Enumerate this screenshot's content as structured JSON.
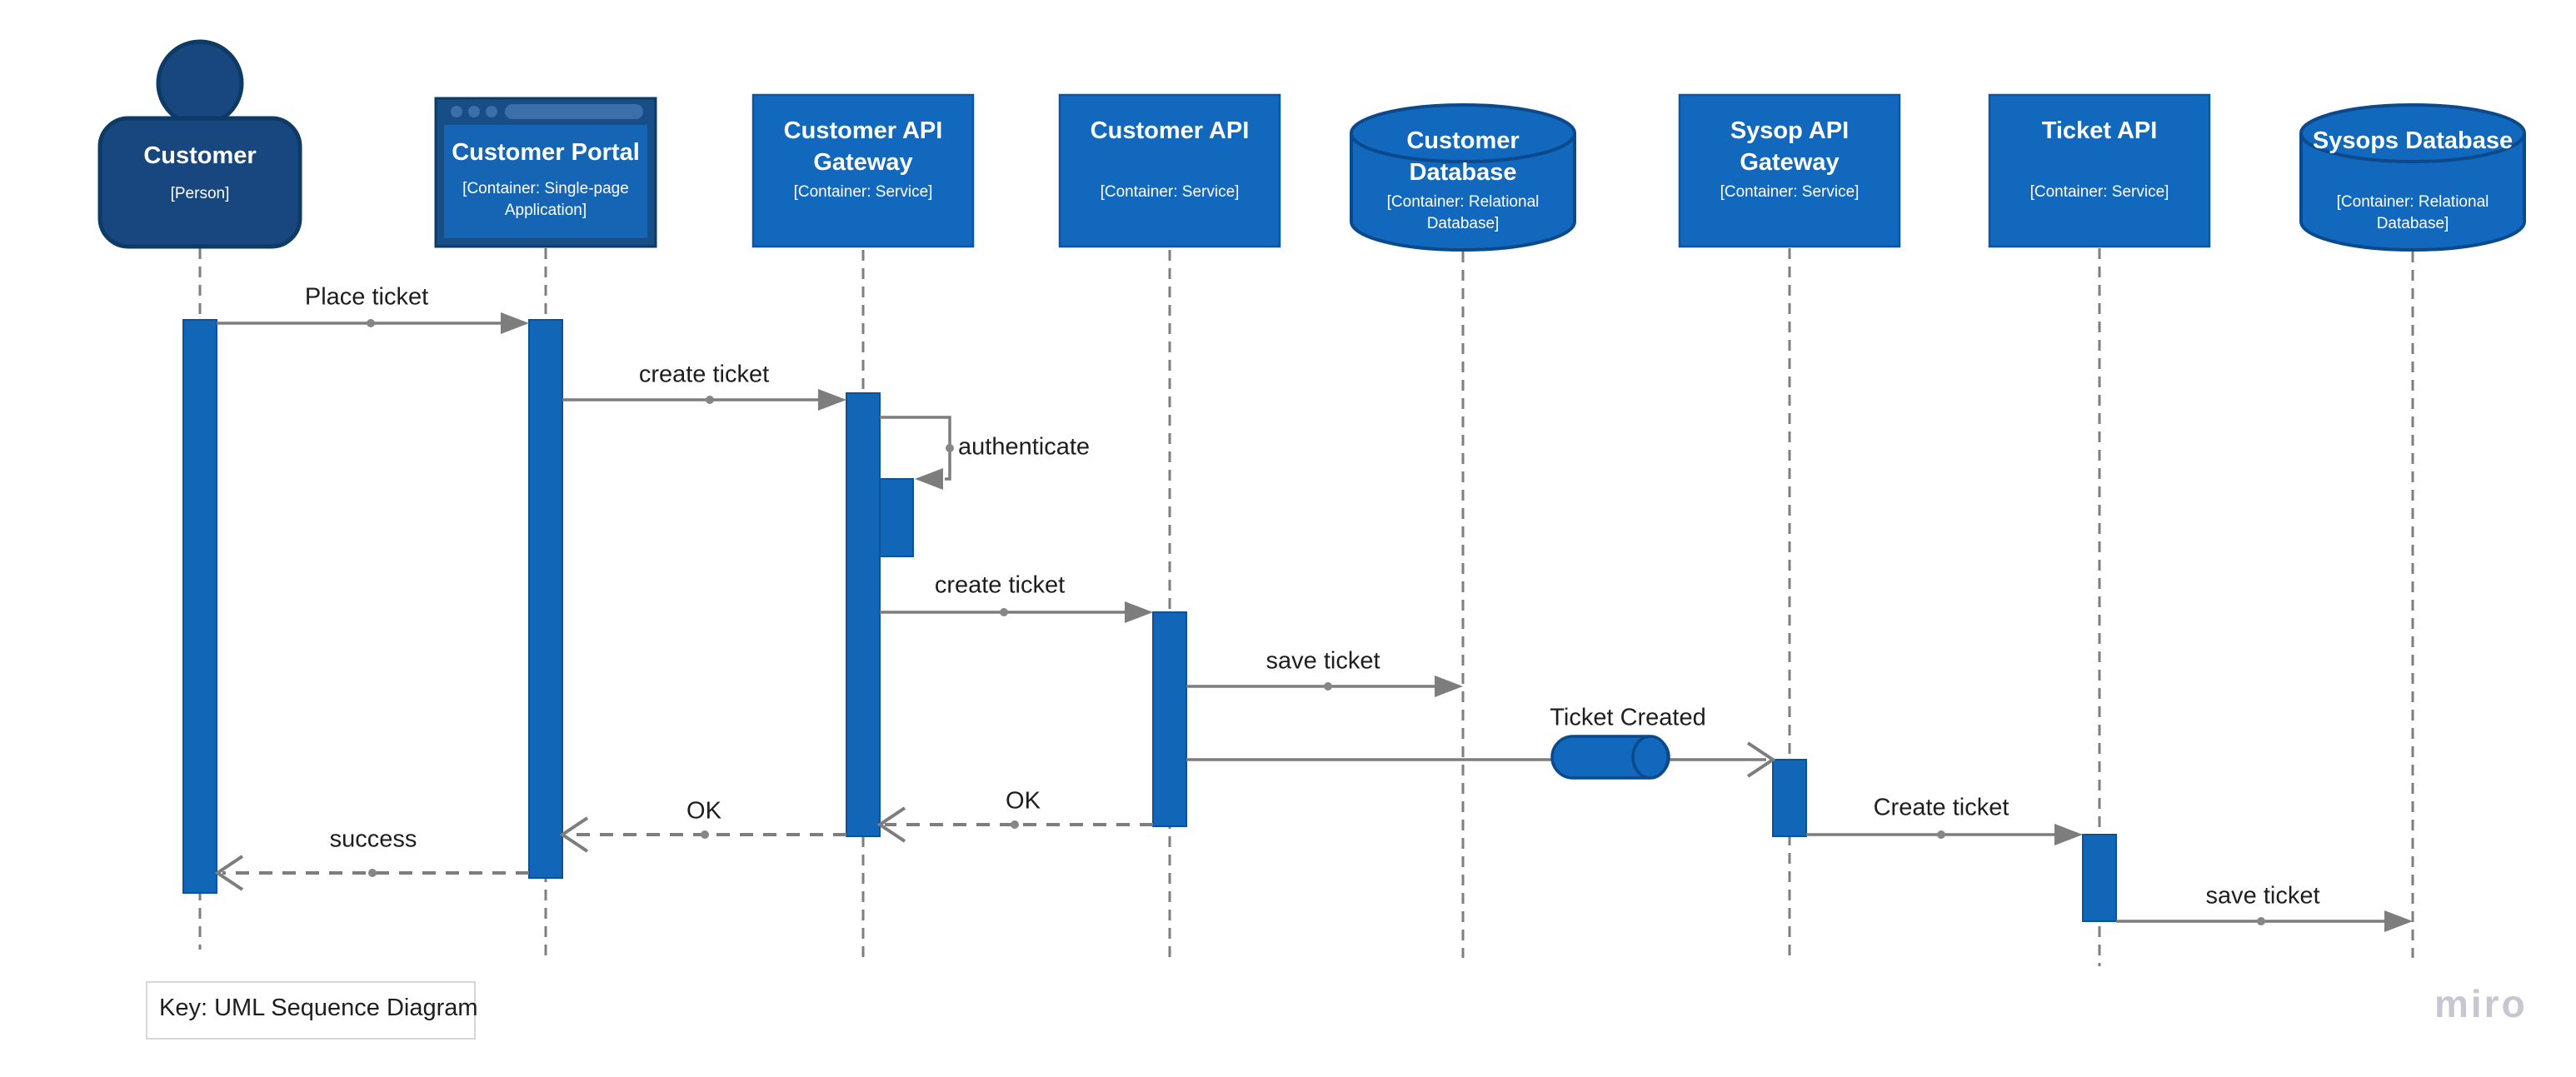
{
  "page": {
    "key_label": "Key: UML Sequence Diagram",
    "watermark": "miro",
    "background": "#ffffff"
  },
  "colors": {
    "person_fill": "#17477E",
    "person_border": "#0E3A66",
    "container_fill": "#1168BD",
    "container_border": "#0C55A0",
    "browser_frame_fill": "#174E86",
    "browser_inner_fill": "#1565B4",
    "browser_chrome_fill": "#3C6FA9",
    "activation_fill": "#1166B8",
    "line_gray": "#7D7D7D",
    "label_text": "#1E1E1E",
    "watermark_gray": "#C7C7D1",
    "text_on_blue": "#FFFFFF"
  },
  "actors": [
    {
      "id": "customer",
      "type": "person",
      "title": "Customer",
      "subtitle": "[Person]"
    },
    {
      "id": "customer-portal",
      "type": "browser",
      "title": "Customer Portal",
      "subtitle": "[Container: Single-page Application]"
    },
    {
      "id": "customer-api-gateway",
      "type": "service",
      "title": "Customer API Gateway",
      "subtitle": "[Container: Service]"
    },
    {
      "id": "customer-api",
      "type": "service",
      "title": "Customer API",
      "subtitle": "[Container: Service]"
    },
    {
      "id": "customer-database",
      "type": "database",
      "title": "Customer Database",
      "subtitle": "[Container: Relational Database]"
    },
    {
      "id": "sysop-api-gateway",
      "type": "service",
      "title": "Sysop API Gateway",
      "subtitle": "[Container: Service]"
    },
    {
      "id": "ticket-api",
      "type": "service",
      "title": "Ticket API",
      "subtitle": "[Container: Service]"
    },
    {
      "id": "sysops-database",
      "type": "database",
      "title": "Sysops Database",
      "subtitle": "[Container: Relational Database]"
    }
  ],
  "messages": [
    {
      "label": "Place ticket",
      "from": "Customer",
      "to": "Customer Portal",
      "kind": "sync"
    },
    {
      "label": "create ticket",
      "from": "Customer Portal",
      "to": "Customer API Gateway",
      "kind": "sync"
    },
    {
      "label": "authenticate",
      "from": "Customer API Gateway",
      "to": "Customer API Gateway",
      "kind": "self"
    },
    {
      "label": "create ticket",
      "from": "Customer API Gateway",
      "to": "Customer API",
      "kind": "sync"
    },
    {
      "label": "save ticket",
      "from": "Customer API",
      "to": "Customer Database",
      "kind": "sync"
    },
    {
      "label": "Ticket Created",
      "from": "Customer API",
      "to": "Sysop API Gateway",
      "kind": "async-queue"
    },
    {
      "label": "OK",
      "from": "Customer API",
      "to": "Customer API Gateway",
      "kind": "return"
    },
    {
      "label": "OK",
      "from": "Customer API Gateway",
      "to": "Customer Portal",
      "kind": "return"
    },
    {
      "label": "success",
      "from": "Customer Portal",
      "to": "Customer",
      "kind": "return"
    },
    {
      "label": "Create ticket",
      "from": "Sysop API Gateway",
      "to": "Ticket API",
      "kind": "sync"
    },
    {
      "label": "save ticket",
      "from": "Ticket API",
      "to": "Sysops Database",
      "kind": "sync"
    }
  ]
}
